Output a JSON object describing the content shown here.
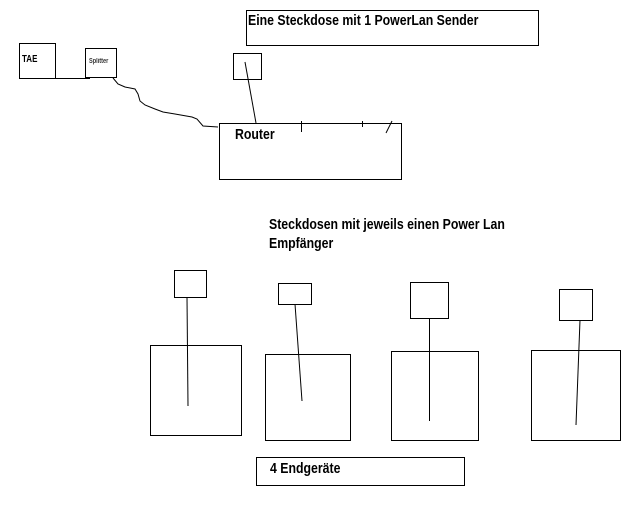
{
  "labels": {
    "tae": "TAE",
    "splitter": "Splitter",
    "router": "Router",
    "sender_note": "Eine Steckdose mit 1 PowerLan Sender",
    "receiver_note_line1": "Steckdosen mit jeweils einen Power Lan",
    "receiver_note_line2": "Empfänger",
    "devices_note": "4 Endgeräte"
  }
}
